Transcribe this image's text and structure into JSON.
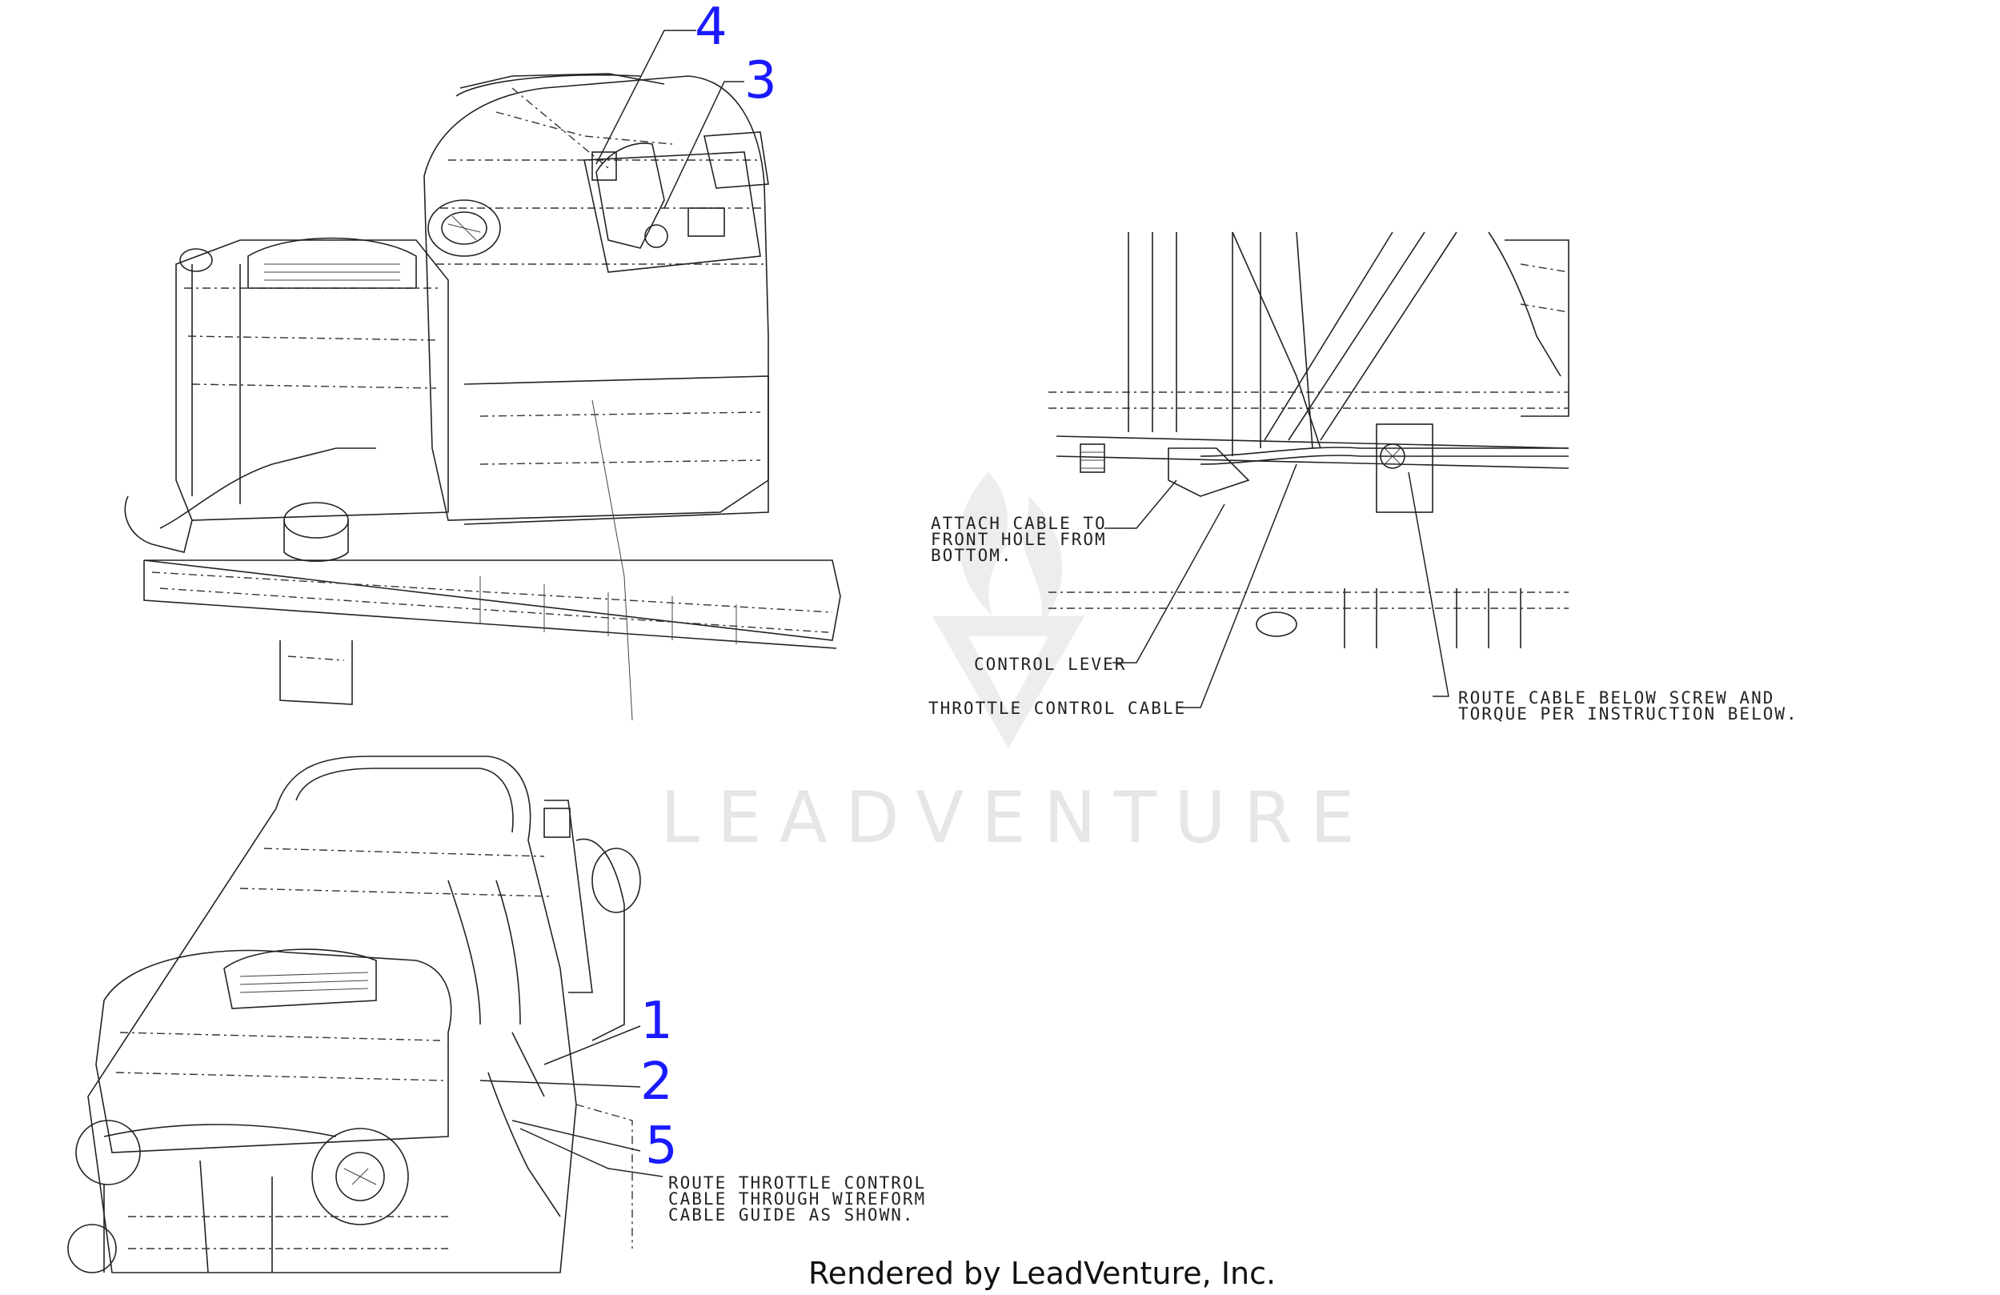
{
  "callouts": {
    "c1": "1",
    "c2": "2",
    "c3": "3",
    "c4": "4",
    "c5": "5"
  },
  "notes": {
    "attach_line1": "ATTACH CABLE TO",
    "attach_line2": "FRONT HOLE FROM",
    "attach_line3": "BOTTOM.",
    "control_lever": "CONTROL LEVER",
    "throttle_cable": "THROTTLE CONTROL CABLE",
    "route_screw_line1": "ROUTE CABLE BELOW SCREW AND",
    "route_screw_line2": "TORQUE PER INSTRUCTION BELOW.",
    "route_guide_line1": "ROUTE THROTTLE CONTROL",
    "route_guide_line2": "CABLE THROUGH WIREFORM",
    "route_guide_line3": "CABLE GUIDE AS SHOWN."
  },
  "watermark": "LEADVENTURE",
  "footer": "Rendered by LeadVenture, Inc.",
  "colors": {
    "callout": "#1a1aff",
    "line": "#222222",
    "watermark": "#e6e6e6"
  }
}
